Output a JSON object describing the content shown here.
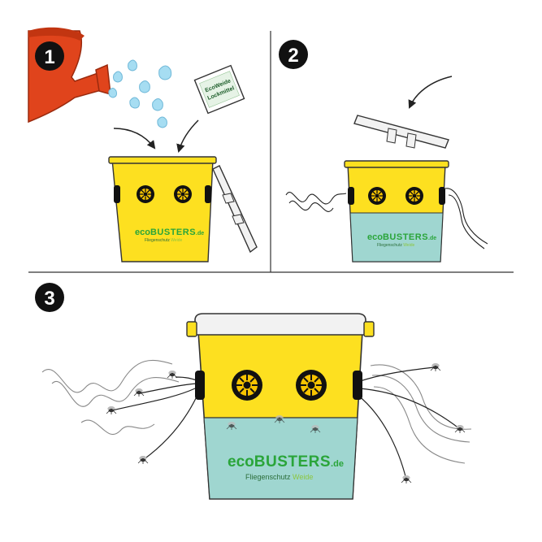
{
  "steps": [
    {
      "number": "1"
    },
    {
      "number": "2"
    },
    {
      "number": "3"
    }
  ],
  "brand": {
    "eco": "eco",
    "busters": "BUSTERS",
    "tld": ".de",
    "subtitle_1": "Fliegenschutz",
    "subtitle_2": "Weide"
  },
  "packet": {
    "line_1": "EcoWeide",
    "line_2": "Lockmittel"
  },
  "colors": {
    "bucket_yellow": "#fde020",
    "water": "#9fd6d0",
    "lid": "#f2f2f2",
    "watering_can": "#e0441c",
    "droplet": "#a6ddf2",
    "outline": "#222222",
    "brand_green": "#2aa53a",
    "brand_light_green": "#8cc63f"
  },
  "icons": [
    "watering-can-icon",
    "water-droplet-icon",
    "bait-packet-icon",
    "trap-bucket-icon",
    "lid-icon",
    "fly-icon",
    "arrow-icon",
    "odor-wave-icon"
  ]
}
